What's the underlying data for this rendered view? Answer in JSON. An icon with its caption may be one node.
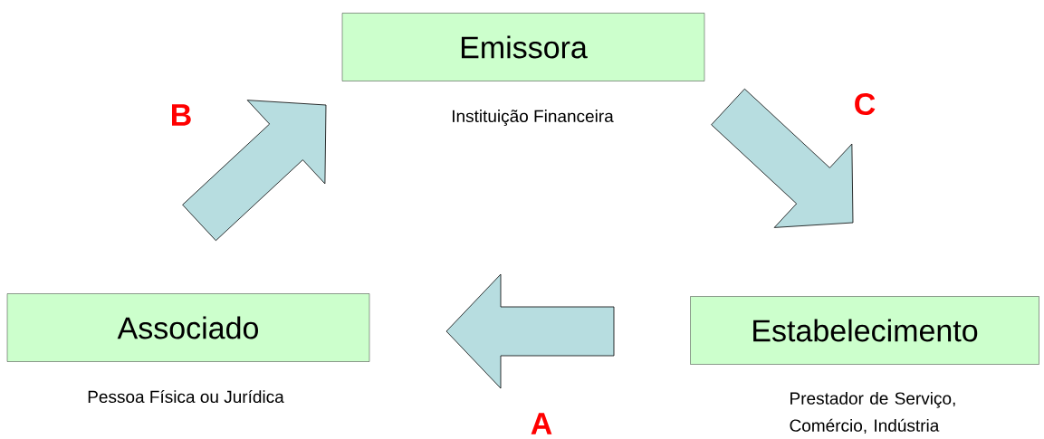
{
  "diagram": {
    "nodes": [
      {
        "text": [
          "Emissora"
        ],
        "beside": [
          "Instituição Financeira"
        ]
      },
      {
        "text": [
          "Estabelecimento"
        ],
        "beside": [
          "Prestador de Serviço, Comércio, Indústria"
        ]
      },
      {
        "text": [
          "Associado"
        ],
        "beside": [
          "Pessoa Física ou Jurídica"
        ]
      }
    ],
    "edges": [
      {
        "from": 1,
        "to": 2,
        "arrow": "to",
        "label": "A"
      },
      {
        "from": 2,
        "to": 0,
        "arrow": "to",
        "label": "B"
      },
      {
        "from": 0,
        "to": 1,
        "arrow": "to",
        "label": "C"
      }
    ]
  }
}
